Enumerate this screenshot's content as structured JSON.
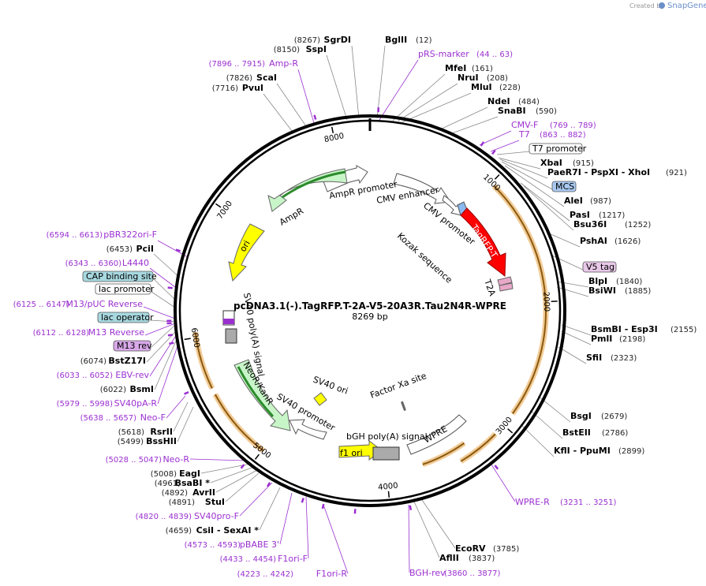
{
  "header": {
    "created_by": "Created by",
    "brand": "SnapGene"
  },
  "plasmid": {
    "name": "pcDNA3.1(-).TagRFP.T-2A-V5-20A3R.Tau2N4R-WPRE",
    "length": "8269 bp"
  },
  "ticks": [
    "1000",
    "2000",
    "3000",
    "4000",
    "5000",
    "6000",
    "7000",
    "8000"
  ],
  "left_labels": [
    {
      "pos": "(8267)",
      "name": "SgrDI"
    },
    {
      "pos": "(8150)",
      "name": "SspI"
    },
    {
      "pos": "(7896 .. 7915)",
      "name": "Amp-R",
      "primer": true
    },
    {
      "pos": "(7826)",
      "name": "ScaI"
    },
    {
      "pos": "(7716)",
      "name": "PvuI"
    },
    {
      "pos": "(6594 .. 6613)",
      "name": "pBR322ori-F",
      "primer": true
    },
    {
      "pos": "(6453)",
      "name": "PciI"
    },
    {
      "pos": "(6343 .. 6360)",
      "name": "L4440",
      "primer": true
    },
    {
      "name": "CAP binding site",
      "box": "cap"
    },
    {
      "name": "lac promoter",
      "box": "white"
    },
    {
      "pos": "(6125 .. 6147)",
      "name": "M13/pUC Reverse",
      "primer": true
    },
    {
      "name": "lac operator",
      "box": "cap"
    },
    {
      "pos": "(6112 .. 6128)",
      "name": "M13 Reverse",
      "primer": true
    },
    {
      "name": "M13 rev",
      "box": "m13"
    },
    {
      "pos": "(6074)",
      "name": "BstZ17I"
    },
    {
      "pos": "(6033 .. 6052)",
      "name": "EBV-rev",
      "primer": true
    },
    {
      "pos": "(6022)",
      "name": "BsmI"
    },
    {
      "pos": "(5979 .. 5998)",
      "name": "SV40pA-R",
      "primer": true
    },
    {
      "pos": "(5638 .. 5657)",
      "name": "Neo-F",
      "primer": true
    },
    {
      "pos": "(5618)",
      "name": "RsrII"
    },
    {
      "pos": "(5499)",
      "name": "BssHII"
    },
    {
      "pos": "(5028 .. 5047)",
      "name": "Neo-R",
      "primer": true
    },
    {
      "pos": "(5008)",
      "name": "EagI"
    },
    {
      "pos": "(4961)",
      "name": "BsaBI *"
    },
    {
      "pos": "(4892)",
      "name": "AvrII"
    },
    {
      "pos": "(4891)",
      "name": "StuI"
    },
    {
      "pos": "(4820 .. 4839)",
      "name": "SV40pro-F",
      "primer": true
    },
    {
      "pos": "(4659)",
      "name": "CsiI - SexAI *"
    },
    {
      "pos": "(4573 .. 4593)",
      "name": "pBABE 3'",
      "primer": true
    },
    {
      "pos": "(4433 .. 4454)",
      "name": "F1ori-F",
      "primer": true
    },
    {
      "pos": "(4223 .. 4242)",
      "name": "F1ori-R",
      "primer": true
    }
  ],
  "right_labels": [
    {
      "name": "BglII",
      "pos": "(12)"
    },
    {
      "name": "pRS-marker",
      "pos": "(44 .. 63)",
      "primer": true
    },
    {
      "name": "MfeI",
      "pos": "(161)"
    },
    {
      "name": "NruI",
      "pos": "(208)"
    },
    {
      "name": "MluI",
      "pos": "(228)"
    },
    {
      "name": "NdeI",
      "pos": "(484)"
    },
    {
      "name": "SnaBI",
      "pos": "(590)"
    },
    {
      "name": "CMV-F",
      "pos": "(769 .. 789)",
      "primer": true
    },
    {
      "name": "T7",
      "pos": "(863 .. 882)",
      "primer": true
    },
    {
      "name": "T7 promoter",
      "box": "white"
    },
    {
      "name": "XbaI",
      "pos": "(915)"
    },
    {
      "name": "PaeR7I - PspXI - XhoI",
      "pos": "(921)"
    },
    {
      "name": "MCS",
      "box": "mcs"
    },
    {
      "name": "AleI",
      "pos": "(987)"
    },
    {
      "name": "PasI",
      "pos": "(1217)"
    },
    {
      "name": "Bsu36I",
      "pos": "(1252)"
    },
    {
      "name": "PshAI",
      "pos": "(1626)"
    },
    {
      "name": "V5 tag",
      "box": "v5"
    },
    {
      "name": "BlpI",
      "pos": "(1840)"
    },
    {
      "name": "BsiWI",
      "pos": "(1885)"
    },
    {
      "name": "BsmBI - Esp3I",
      "pos": "(2155)"
    },
    {
      "name": "PmlI",
      "pos": "(2198)"
    },
    {
      "name": "SfiI",
      "pos": "(2323)"
    },
    {
      "name": "BsgI",
      "pos": "(2679)"
    },
    {
      "name": "BstEII",
      "pos": "(2786)"
    },
    {
      "name": "KflI - PpuMI",
      "pos": "(2899)"
    },
    {
      "name": "WPRE-R",
      "pos": "(3231 .. 3251)",
      "primer": true
    },
    {
      "name": "EcoRV",
      "pos": "(3785)"
    },
    {
      "name": "AflII",
      "pos": "(3837)"
    },
    {
      "name": "BGH-rev",
      "pos": "(3860 .. 3877)",
      "primer": true
    }
  ],
  "features": {
    "ampr_promoter": "AmpR promoter",
    "ampr": "AmpR",
    "ori": "ori",
    "cmv_enhancer": "CMV enhancer",
    "cmv_promoter": "CMV promoter",
    "kozak": "Kozak sequence",
    "tagrfp": "TagRFP-T",
    "t2a": "T2A",
    "sv40_polya": "SV40 poly(A) signal",
    "neor": "NeoR/KanR",
    "sv40_promoter": "SV40 promoter",
    "sv40_ori": "SV40 ori",
    "f1_ori": "f1 ori",
    "bgh": "bGH poly(A) signal",
    "wpre": "WPRE",
    "factor_xa": "Factor Xa site"
  },
  "colors": {
    "ring": "#000000",
    "primer": "#9b30d0",
    "amp": "#c8f5c8",
    "ori": "#ffff00",
    "tagrfp": "#ff0000",
    "orange": "#e8a040",
    "cap_box": "#a8d8e0",
    "mcs_box": "#a8c8f0",
    "v5_box": "#e8c8e8",
    "m13_box": "#d8a8e8"
  }
}
